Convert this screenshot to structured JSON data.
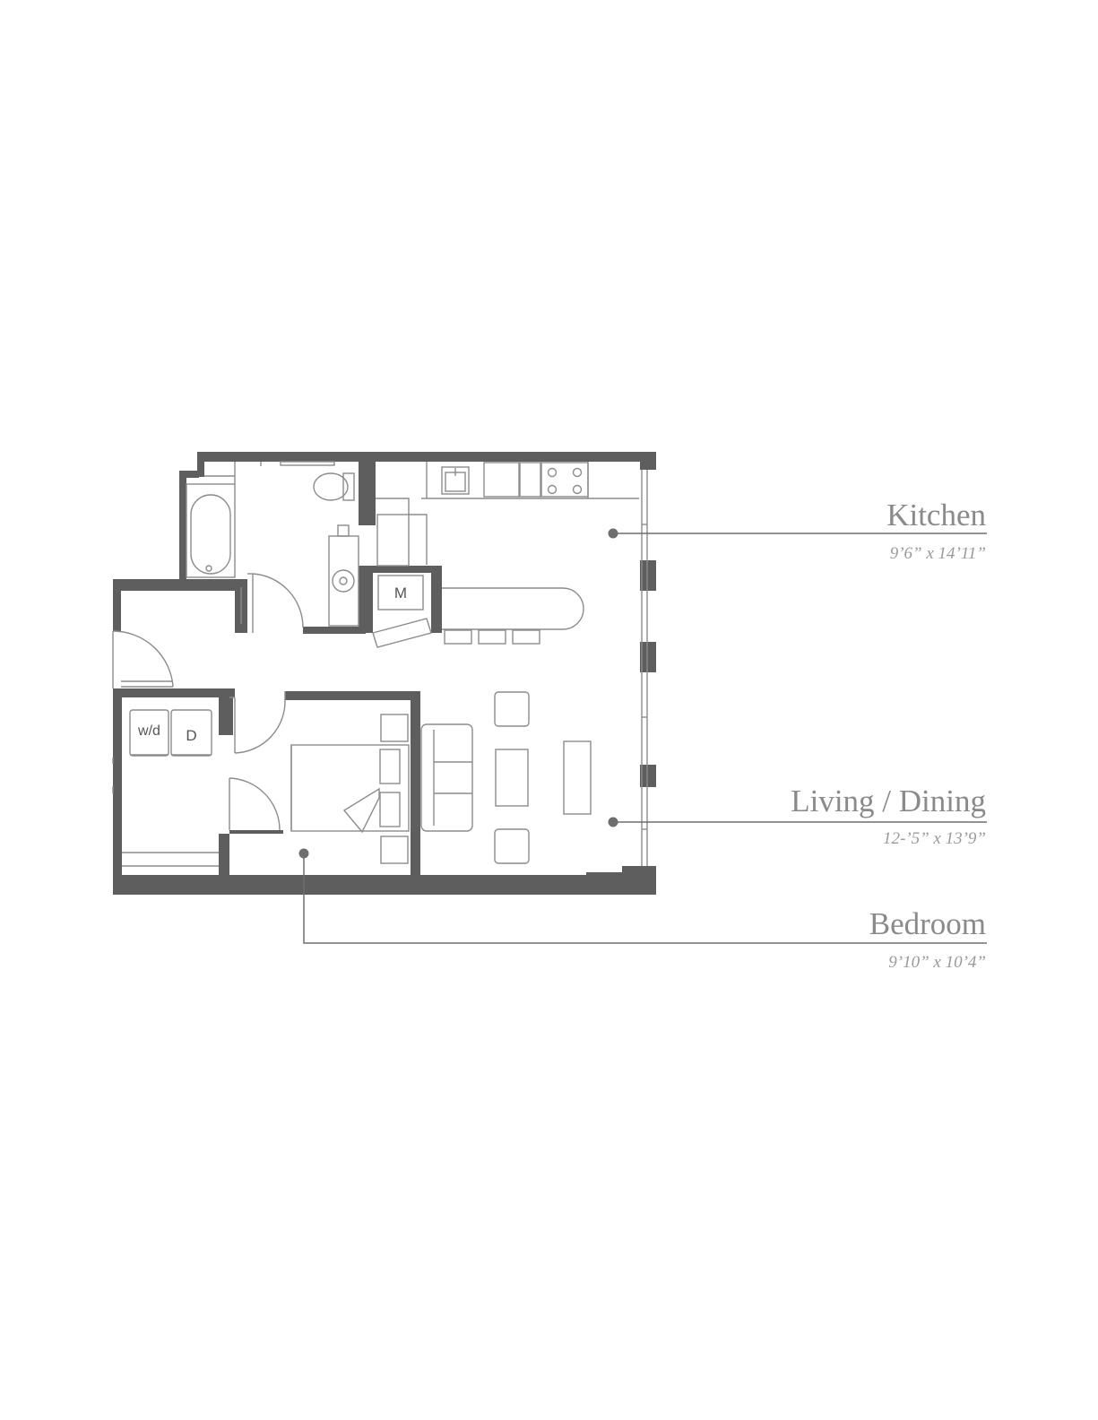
{
  "colors": {
    "wall": "#5e5e5e",
    "line": "#8c8c8c",
    "leader": "#6e6e6e",
    "label": "#8a8a8a"
  },
  "rooms": [
    {
      "id": "kitchen",
      "name": "Kitchen",
      "dimensions": "9’6” x 14’11”"
    },
    {
      "id": "living-dining",
      "name": "Living / Dining",
      "dimensions": "12-’5” x 13’9”"
    },
    {
      "id": "bedroom",
      "name": "Bedroom",
      "dimensions": "9’10” x 10’4”"
    }
  ],
  "fixtures": {
    "mechanical": "M",
    "washer_dryer": "w/d",
    "dryer": "D"
  }
}
